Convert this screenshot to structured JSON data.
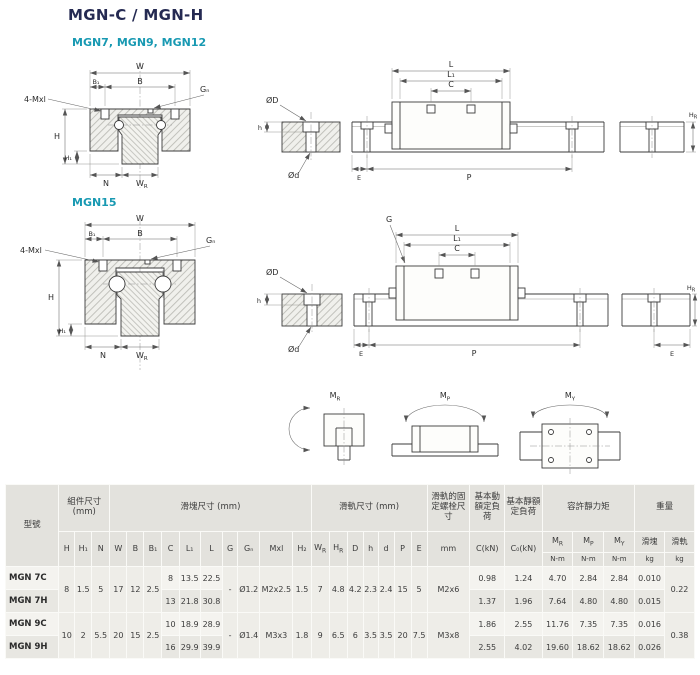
{
  "page": {
    "title": "MGN-C / MGN-H"
  },
  "sections": {
    "series1": "MGN7, MGN9, MGN12",
    "series2": "MGN15"
  },
  "colors": {
    "accent_teal": "#1899b2",
    "title_navy": "#252a52"
  },
  "drawings": {
    "dims": {
      "W": "W",
      "B": "B",
      "B1": "B₁",
      "Gn": "Gₙ",
      "mount": "4-Mxl",
      "H": "H",
      "H1": "H₁",
      "N": "N",
      "Wr_base": "W",
      "Wr_sub": "R",
      "L": "L",
      "L1": "L₁",
      "C": "C",
      "OD": "ØD",
      "Od": "Ød",
      "h": "h",
      "Hr_base": "H",
      "Hr_sub": "R",
      "E": "E",
      "P": "P",
      "G": "G"
    },
    "moments": {
      "M": "M",
      "R_sub": "R",
      "P_sub": "P",
      "Y_sub": "Y"
    }
  },
  "table": {
    "model_header": "型號",
    "groups": {
      "assembly": "組件尺寸 (mm)",
      "block": "滑塊尺寸 (mm)",
      "rail": "滑軌尺寸 (mm)",
      "bolt": "滑軌的固定螺栓尺寸",
      "dynamic_load": "基本動額定負荷",
      "static_load": "基本靜額定負荷",
      "moment": "容許靜力矩",
      "weight": "重量"
    },
    "cols": {
      "H": "H",
      "H1": "H₁",
      "N": "N",
      "W": "W",
      "B": "B",
      "B1": "B₁",
      "C": "C",
      "L1": "L₁",
      "L": "L",
      "G": "G",
      "Gn": "Gₙ",
      "Mxl": "Mxl",
      "H2": "H₂",
      "Wr_base": "W",
      "Wr_sub": "R",
      "Hr_base": "H",
      "Hr_sub": "R",
      "D": "D",
      "h": "h",
      "d": "d",
      "P": "P",
      "E": "E",
      "bolt_unit": "mm",
      "C_dyn": "C(kN)",
      "C0": "C₀(kN)",
      "M_base": "M",
      "MR_sub": "R",
      "MP_sub": "P",
      "MY_sub": "Y",
      "unit_Nm": "N-m",
      "w_block": "滑塊",
      "w_rail": "滑軌",
      "unit_kg": "kg"
    },
    "rows": [
      {
        "model": "MGN 7C",
        "H": "8",
        "H1": "1.5",
        "N": "5",
        "W": "17",
        "B": "12",
        "B1": "2.5",
        "C": "8",
        "L1": "13.5",
        "L": "22.5",
        "G": "-",
        "Gn": "Ø1.2",
        "Mxl": "M2x2.5",
        "H2": "1.5",
        "Wr": "7",
        "Hr": "4.8",
        "D": "4.2",
        "h": "2.3",
        "d": "2.4",
        "P": "15",
        "E": "5",
        "bolt": "M2x6",
        "C_kN": "0.98",
        "C0_kN": "1.24",
        "MR": "4.70",
        "MP": "2.84",
        "MY": "2.84",
        "w_block": "0.010",
        "w_rail": "0.22"
      },
      {
        "model": "MGN 7H",
        "C": "13",
        "L1": "21.8",
        "L": "30.8",
        "C_kN": "1.37",
        "C0_kN": "1.96",
        "MR": "7.64",
        "MP": "4.80",
        "MY": "4.80",
        "w_block": "0.015"
      },
      {
        "model": "MGN 9C",
        "H": "10",
        "H1": "2",
        "N": "5.5",
        "W": "20",
        "B": "15",
        "B1": "2.5",
        "C": "10",
        "L1": "18.9",
        "L": "28.9",
        "G": "-",
        "Gn": "Ø1.4",
        "Mxl": "M3x3",
        "H2": "1.8",
        "Wr": "9",
        "Hr": "6.5",
        "D": "6",
        "h": "3.5",
        "d": "3.5",
        "P": "20",
        "E": "7.5",
        "bolt": "M3x8",
        "C_kN": "1.86",
        "C0_kN": "2.55",
        "MR": "11.76",
        "MP": "7.35",
        "MY": "7.35",
        "w_block": "0.016",
        "w_rail": "0.38"
      },
      {
        "model": "MGN 9H",
        "C": "16",
        "L1": "29.9",
        "L": "39.9",
        "C_kN": "2.55",
        "C0_kN": "4.02",
        "MR": "19.60",
        "MP": "18.62",
        "MY": "18.62",
        "w_block": "0.026"
      }
    ]
  }
}
